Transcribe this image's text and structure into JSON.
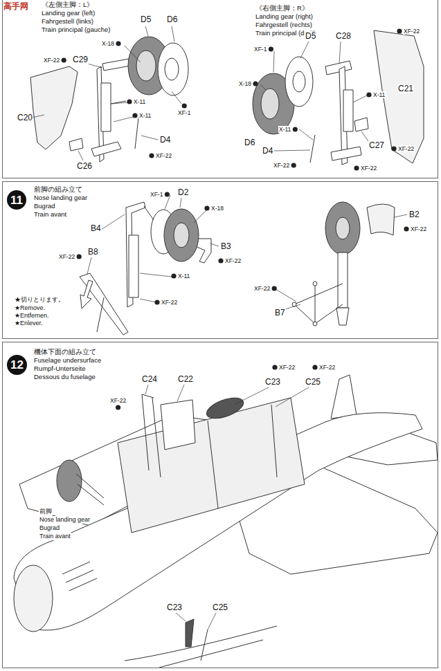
{
  "diagram": {
    "nodes": [
      {
        "text": [
          "《左側主脚：L》",
          "Landing gear (left)",
          "Fahrgestell (links)",
          "Train principal (gauche)",
          "《右側主脚：R》",
          "Landing gear (right)",
          "Fahrgestell (rechts)",
          "Train principal (droit)"
        ]
      },
      {
        "text": [
          "前脚の組み立て",
          "Nose landing gear",
          "Bugrad",
          "Train avant"
        ]
      },
      {
        "text": [
          "11"
        ],
        "in": 1
      },
      {
        "text": [
          "機体下面の組み立て",
          "Fuselage undersurface",
          "Rumpf-Unterseite",
          "Dessous du fuselage"
        ]
      },
      {
        "text": [
          "12"
        ],
        "in": 3
      }
    ],
    "labels": [
      "高手网",
      "D5",
      "D6",
      "X-18",
      "XF-22",
      "C29",
      "X-11",
      "X-11",
      "XF-1",
      "C20",
      "D4",
      "XF-22",
      "C26",
      "D5",
      "C28",
      "XF-22",
      "XF-1",
      "X-18",
      "X-11",
      "C21",
      "D6",
      "X-11",
      "D4",
      "C27",
      "XF-22",
      "XF-22",
      "XF-22",
      "XF-1",
      "D2",
      "X-18",
      "B4",
      "B3",
      "XF-22",
      "XF-22",
      "B8",
      "X-11",
      "XF-22",
      "★切りとります。",
      "★Remove.",
      "★Entfernen.",
      "★Enlever.",
      "B2",
      "XF-22",
      "XF-22",
      "B7",
      "XF-22",
      "XF-22",
      "C23",
      "C25",
      "C24",
      "C22",
      "XF-22",
      "前脚",
      "Nose landing gear",
      "Bugrad",
      "Train avant",
      "C23",
      "C25"
    ]
  }
}
